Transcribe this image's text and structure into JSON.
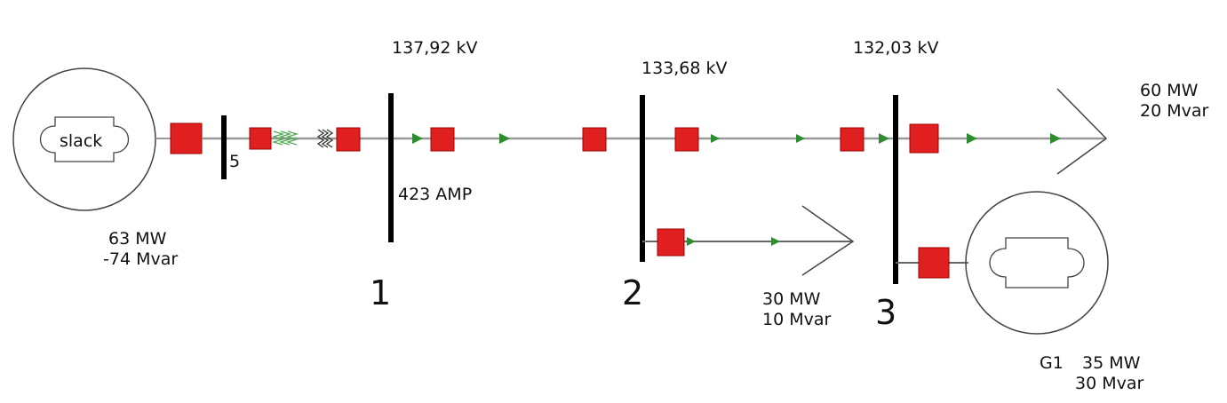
{
  "diagram": {
    "slack_generator": {
      "label": "slack",
      "output_p": "63 MW",
      "output_q": "-74 Mvar"
    },
    "bus_5": {
      "label": "5"
    },
    "bus_1": {
      "number": "1",
      "voltage": "137,92 kV",
      "current": "423 AMP"
    },
    "bus_2": {
      "number": "2",
      "voltage": "133,68 kV",
      "load_p": "30 MW",
      "load_q": "10 Mvar"
    },
    "bus_3": {
      "number": "3",
      "voltage": "132,03 kV",
      "load_p": "60 MW",
      "load_q": "20 Mvar"
    },
    "generator_g1": {
      "label": "G1",
      "output_p": "35 MW",
      "output_q": "30 Mvar"
    },
    "colors": {
      "breaker": "#e02020",
      "breaker_border": "#a00000",
      "line": "#999999",
      "flow_arrow": "#2e8b2e",
      "bus": "#000000"
    }
  }
}
